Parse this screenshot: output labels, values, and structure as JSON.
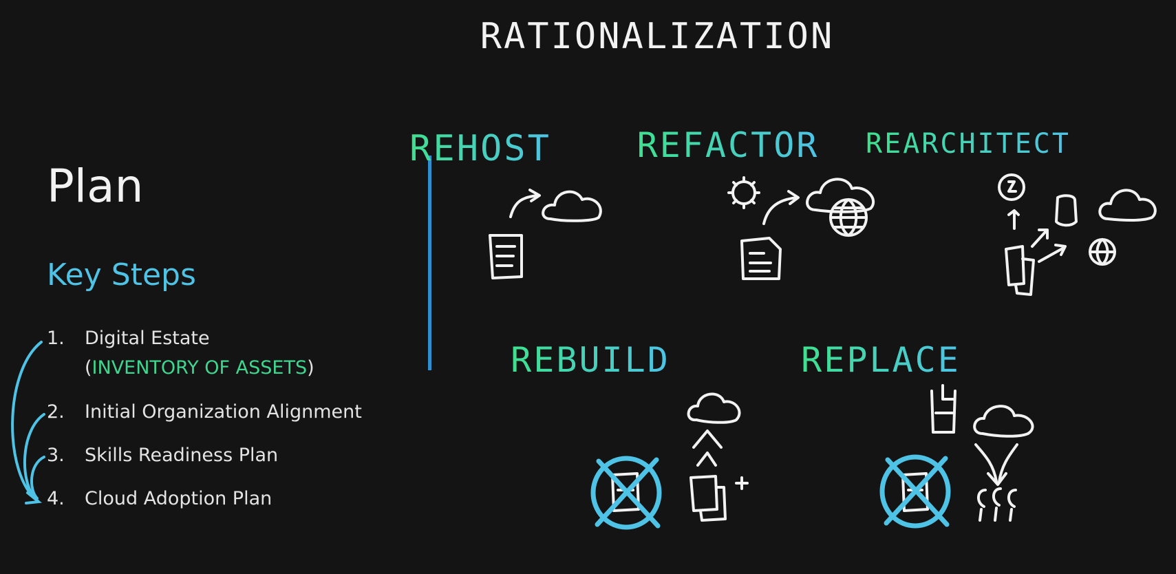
{
  "heading": "RATIONALIZATION",
  "left": {
    "title": "Plan",
    "subtitle": "Key Steps",
    "steps": [
      {
        "num": "1.",
        "text": "Digital Estate"
      },
      {
        "num": "2.",
        "text": "Initial Organization Alignment"
      },
      {
        "num": "3.",
        "text": "Skills Readiness Plan"
      },
      {
        "num": "4.",
        "text": "Cloud Adoption Plan"
      }
    ],
    "step1_sub": {
      "open": "(",
      "highlight": "INVENTORY OF ASSETS",
      "close": ")"
    }
  },
  "strategies": [
    {
      "label": "REHOST"
    },
    {
      "label": "REFACTOR"
    },
    {
      "label": "REARCHITECT"
    },
    {
      "label": "REBUILD"
    },
    {
      "label": "REPLACE"
    }
  ],
  "colors": {
    "background": "#141414",
    "accent_blue": "#4fc3e6",
    "accent_green": "#3fd68f",
    "divider": "#2f8fd0",
    "sketch": "#f2f2f2"
  }
}
